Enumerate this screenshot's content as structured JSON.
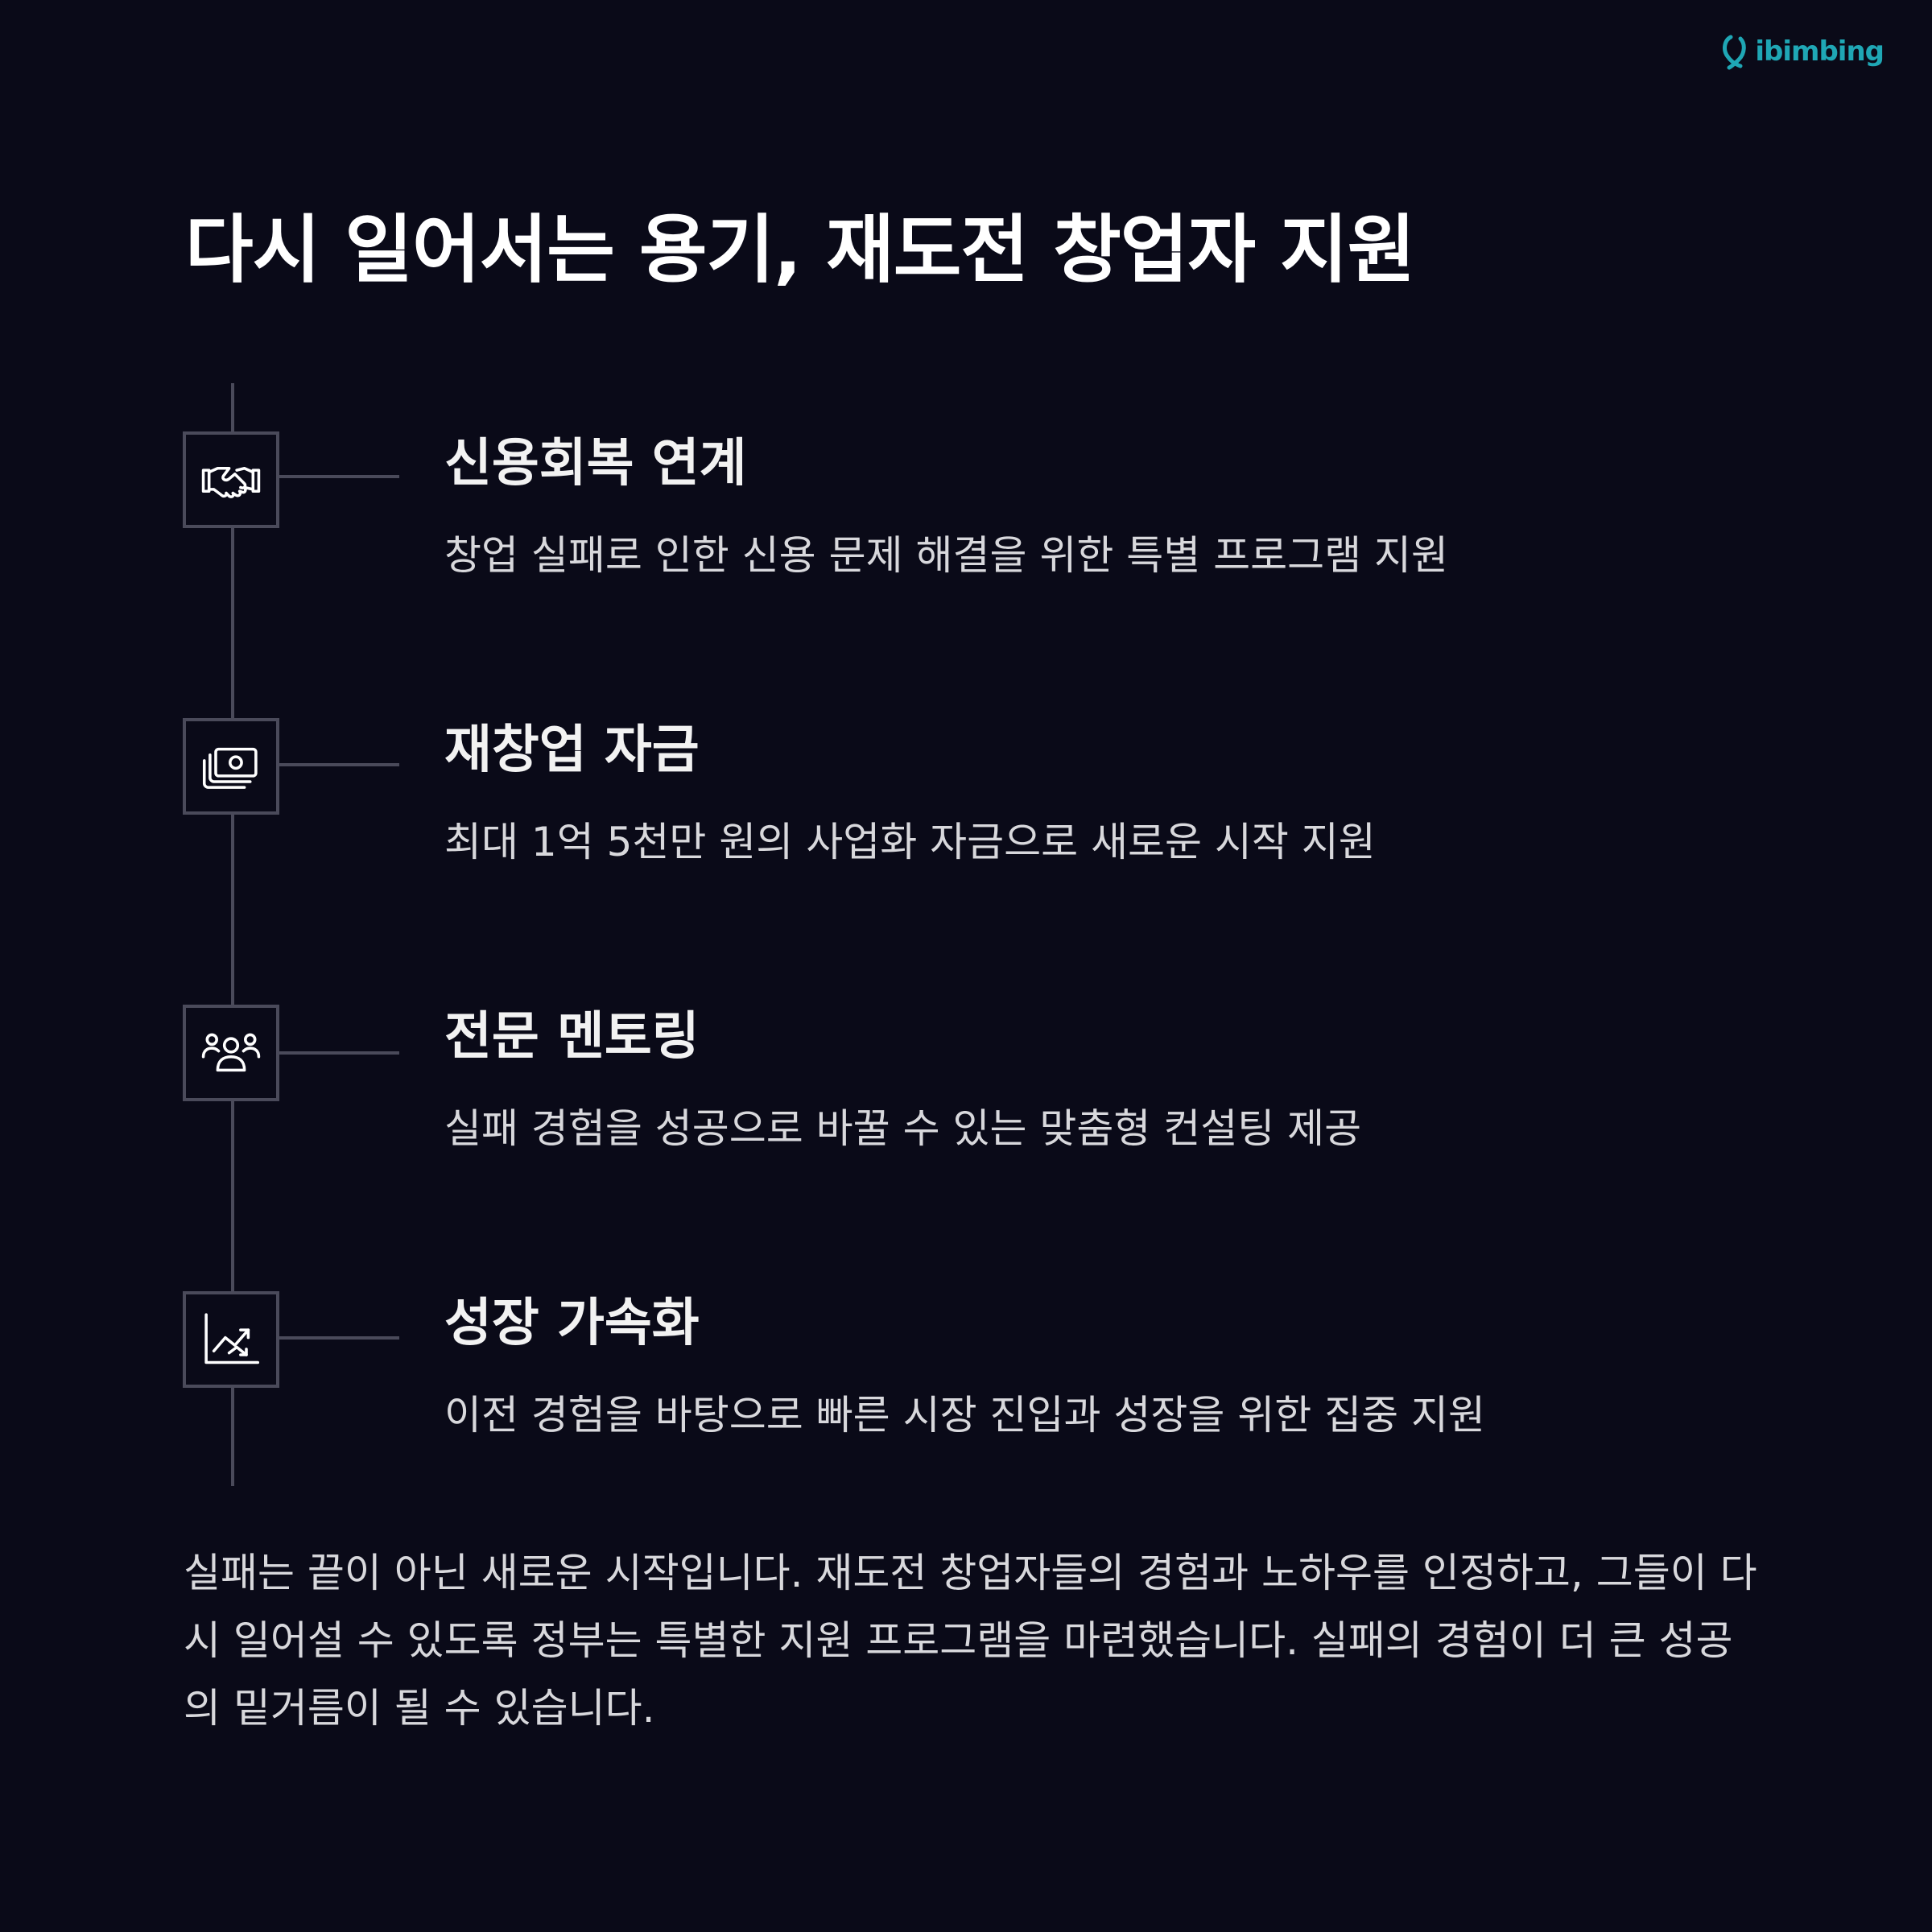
{
  "brand": {
    "name": "ibimbing",
    "color": "#1fa7b5"
  },
  "page": {
    "title": "다시 일어서는 용기, 재도전 창업자 지원",
    "background": "#0a0a18"
  },
  "items": [
    {
      "title": "신용회복 연계",
      "description": "창업 실패로 인한 신용 문제 해결을 위한 특별 프로그램 지원",
      "icon": "handshake-icon"
    },
    {
      "title": "재창업 자금",
      "description": "최대 1억 5천만 원의 사업화 자금으로 새로운 시작 지원",
      "icon": "money-icon"
    },
    {
      "title": "전문 멘토링",
      "description": "실패 경험을 성공으로 바꿀 수 있는 맞춤형 컨설팅 제공",
      "icon": "users-icon"
    },
    {
      "title": "성장 가속화",
      "description": "이전 경험을 바탕으로 빠른 시장 진입과 성장을 위한 집중 지원",
      "icon": "growth-chart-icon"
    }
  ],
  "footer": {
    "text": "실패는 끝이 아닌 새로운 시작입니다. 재도전 창업자들의 경험과 노하우를 인정하고, 그들이 다시 일어설 수 있도록 정부는 특별한 지원 프로그램을 마련했습니다. 실패의 경험이 더 큰 성공의 밑거름이 될 수 있습니다."
  }
}
